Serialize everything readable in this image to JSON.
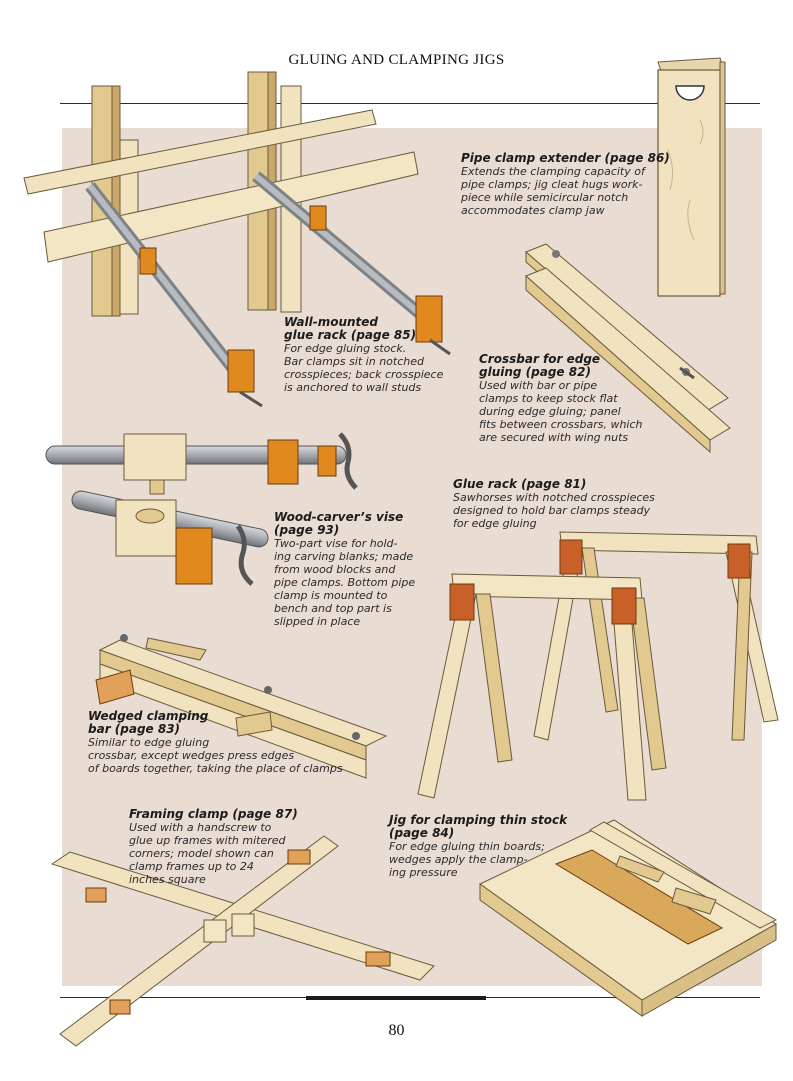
{
  "page": {
    "title": "GLUING AND CLAMPING JIGS",
    "page_number": "80"
  },
  "colors": {
    "background_panel": "#e9dcd3",
    "wood_light": "#f1e3bf",
    "wood_mid": "#e2c990",
    "clamp_orange": "#e0891f",
    "pipe_gray": "#a7abb0"
  },
  "captions": {
    "pipe_clamp_extender": {
      "heading": "Pipe clamp extender (page 86)",
      "body": "Extends the clamping capacity of\npipe clamps; jig cleat hugs work-\npiece while semicircular notch\naccommodates clamp jaw"
    },
    "wall_mounted_glue_rack": {
      "heading": "Wall-mounted\nglue rack (page 85)",
      "body": "For edge gluing stock.\nBar clamps sit in notched\ncrosspieces; back crosspiece\nis anchored to wall studs"
    },
    "crossbar_edge_gluing": {
      "heading": "Crossbar for edge\ngluing (page 82)",
      "body": "Used with bar or pipe\nclamps to keep stock flat\nduring edge gluing; panel\nfits between crossbars, which\nare secured with wing nuts"
    },
    "wood_carvers_vise": {
      "heading": "Wood-carver’s vise\n(page 93)",
      "body": "Two-part vise for hold-\ning carving blanks; made\nfrom wood blocks and\npipe clamps. Bottom pipe\nclamp is mounted to\nbench and top part is\nslipped in place"
    },
    "glue_rack": {
      "heading": "Glue rack (page 81)",
      "body": "Sawhorses with notched crosspieces\ndesigned to hold bar clamps steady\nfor edge gluing"
    },
    "wedged_clamping_bar": {
      "heading": "Wedged clamping\nbar (page 83)",
      "body": "Similar to edge gluing\ncrossbar, except wedges press edges\nof boards together, taking the place of clamps"
    },
    "framing_clamp": {
      "heading": "Framing clamp (page 87)",
      "body": "Used with a handscrew to\nglue up frames with mitered\ncorners; model shown can\nclamp frames up to 24\ninches square"
    },
    "thin_stock_jig": {
      "heading": "Jig for clamping thin stock\n(page 84)",
      "body": "For edge gluing thin boards;\nwedges apply the clamp-\ning pressure"
    }
  }
}
